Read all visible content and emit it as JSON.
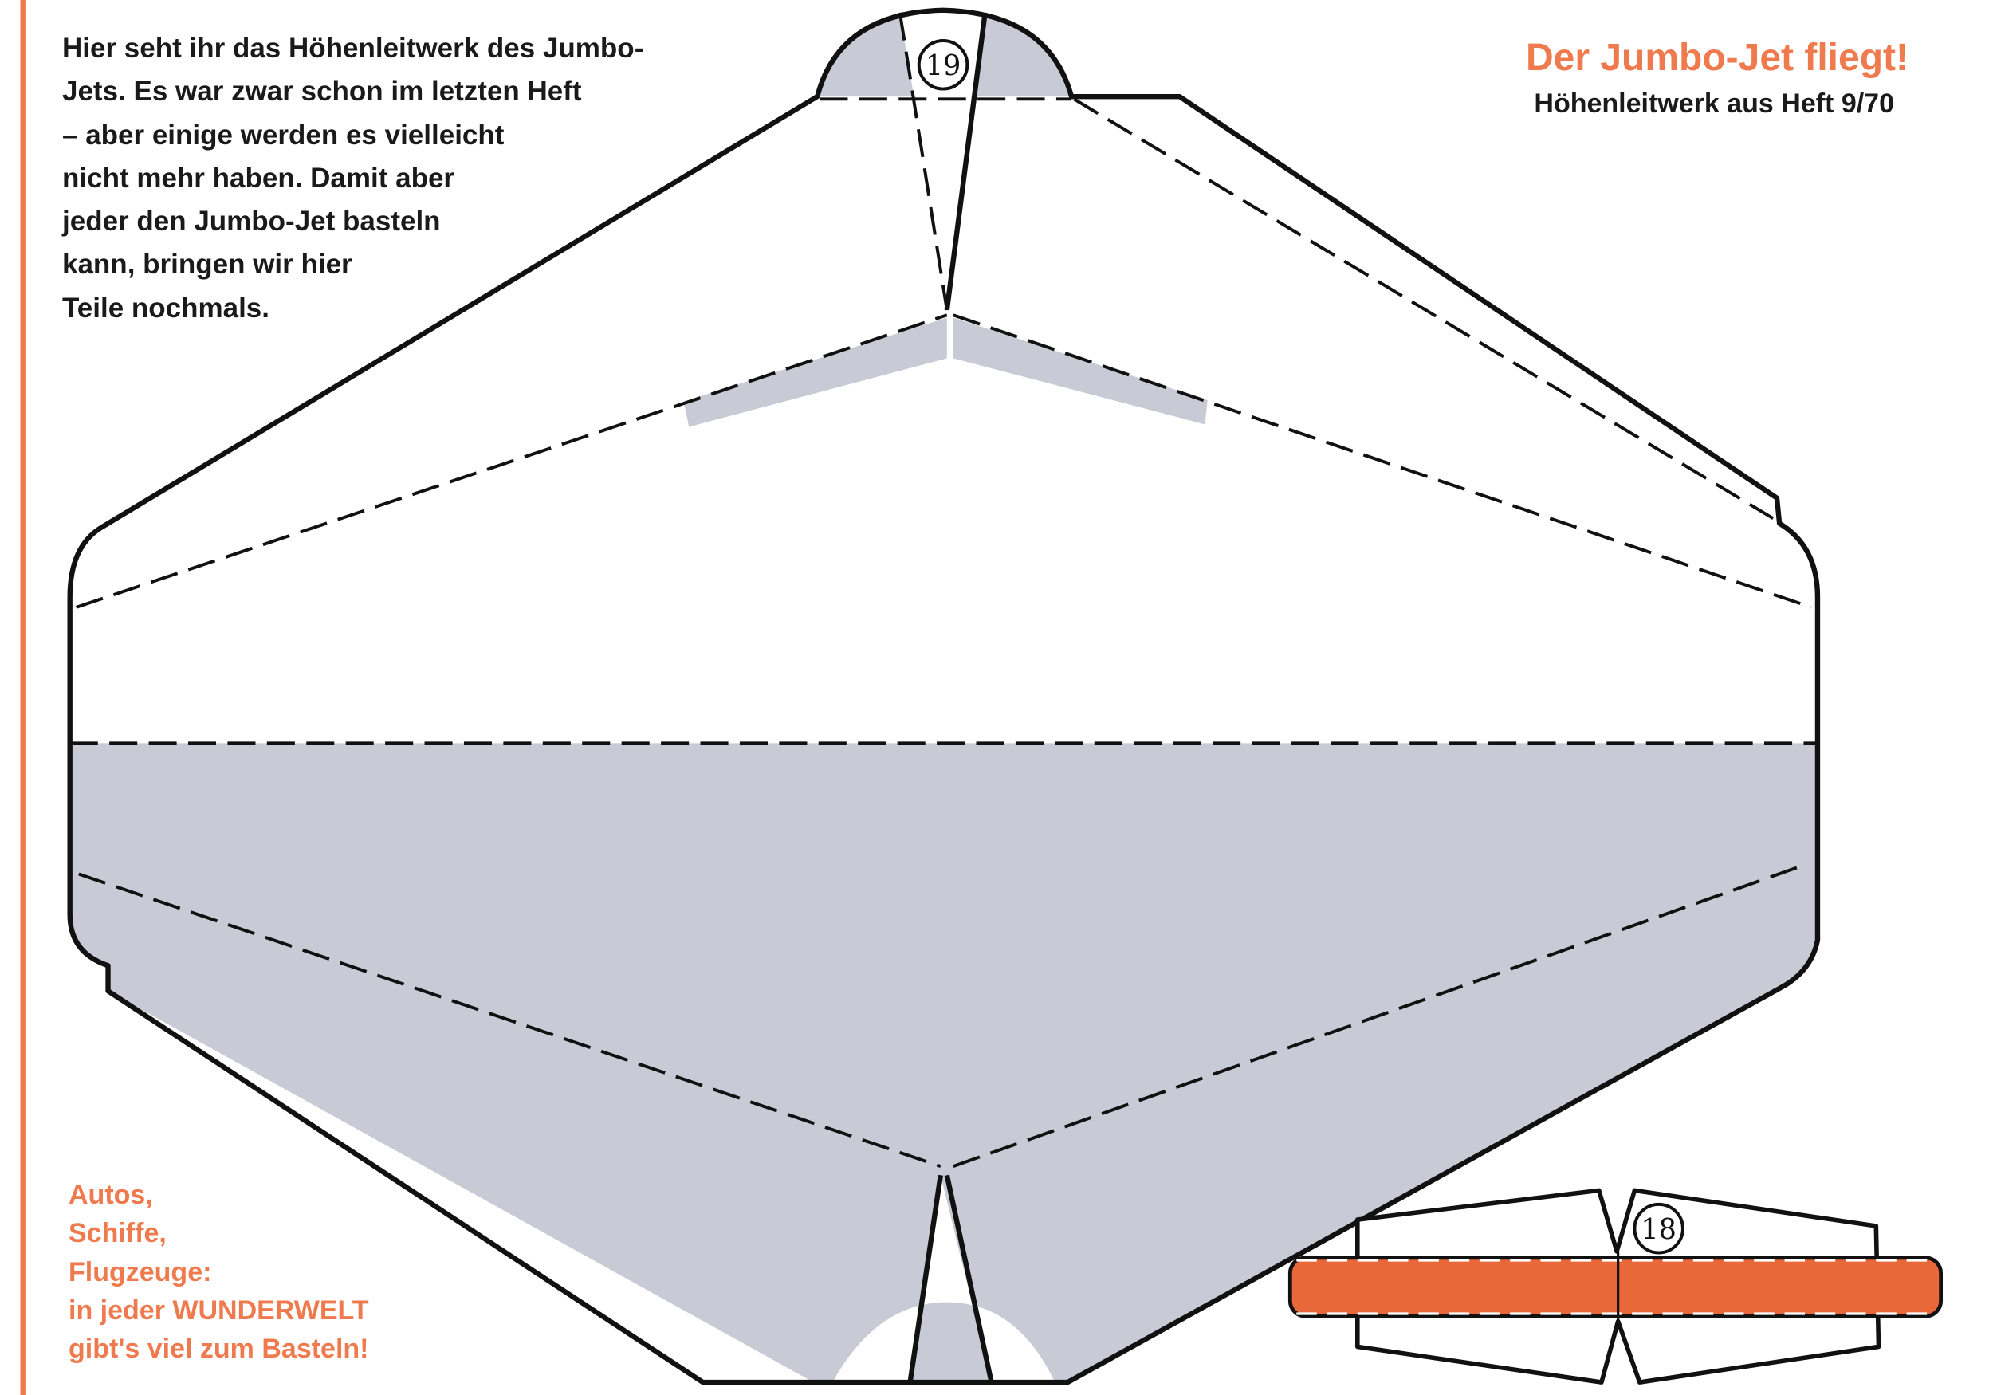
{
  "intro_text": {
    "lines": [
      "Hier seht ihr das Höhenleitwerk des Jumbo-",
      "Jets. Es war zwar schon im letzten Heft",
      "– aber einige werden es vielleicht",
      "nicht mehr haben. Damit aber",
      "jeder den Jumbo-Jet basteln",
      "kann, bringen wir hier",
      "Teile nochmals."
    ]
  },
  "header": {
    "title": "Der Jumbo-Jet fliegt!",
    "subtitle": "Höhenleitwerk aus Heft 9/70"
  },
  "parts": {
    "main_part_number": "19",
    "small_part_number": "18"
  },
  "promo": {
    "lines": [
      "Autos,",
      "Schiffe,",
      "Flugzeuge:",
      "in jeder WUNDERWELT",
      "gibt's viel zum Basteln!"
    ]
  },
  "colors": {
    "accent": "#ee7a4e",
    "part_gray": "#c8cbd6",
    "orange_bar": "#e8683a",
    "outline": "#111111"
  }
}
